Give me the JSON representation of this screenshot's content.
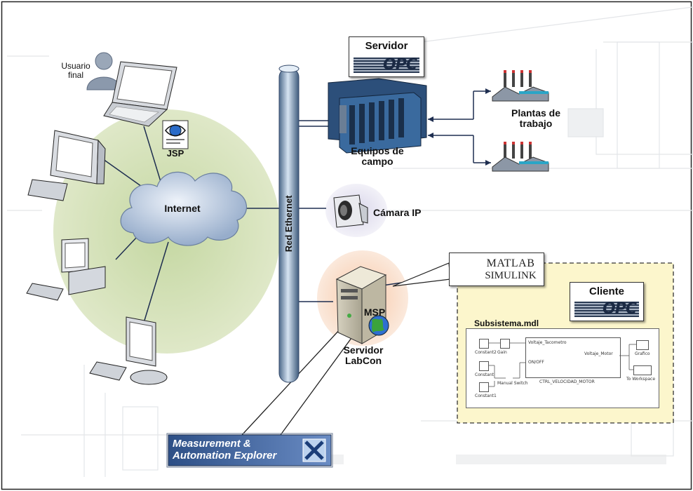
{
  "labels": {
    "usuario_final": "Usuario final",
    "jsp": "JSP",
    "internet": "Internet",
    "red_ethernet": "Red Ethernet",
    "servidor": "Servidor",
    "equipos_de_campo": "Equipos de campo",
    "plantas_de_trabajo": "Plantas de trabajo",
    "camara_ip": "Cámara IP",
    "msp": "MSP",
    "servidor_labcon": "Servidor LabCon",
    "cliente": "Cliente",
    "subsistema": "Subsistema.mdl",
    "matlab_1": "MATLAB",
    "matlab_2": "SIMULINK",
    "opc_logo": "OPC",
    "mae_1": "Measurement &",
    "mae_2": "Automation Explorer"
  },
  "simulink_blocks": {
    "constant2": "Constant2",
    "constant": "Constant",
    "constant1": "Constant1",
    "gain": "Gain",
    "manual_switch": "Manual Switch",
    "voltaje_tacometro": "Voltaje_Tacometro",
    "on_off": "ON/OFF",
    "ctrl": "CTRL_VELOCIDAD_MOTOR",
    "voltaje_motor": "Voltaje_Motor",
    "scope": "Grafico",
    "workspace": "To Workspace"
  }
}
